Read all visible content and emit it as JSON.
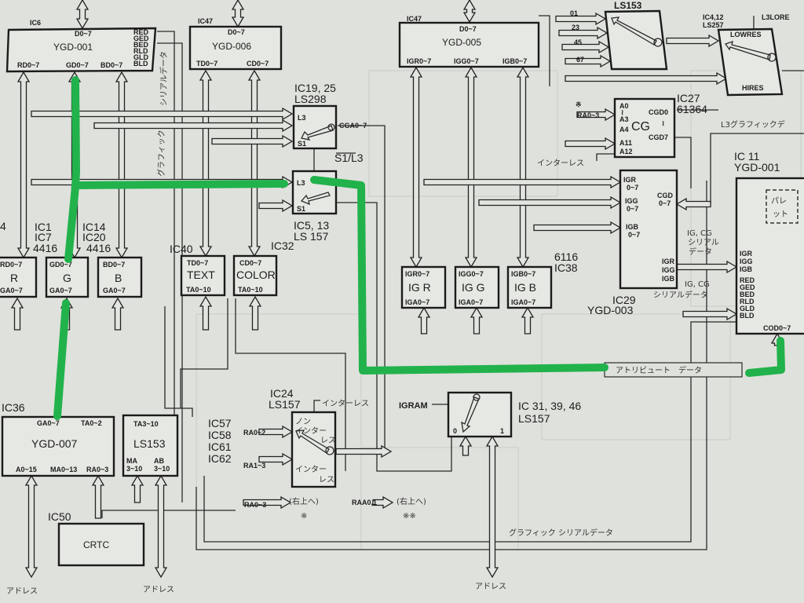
{
  "colors": {
    "paper": "#dfe1dc",
    "ink": "#1b1b1b",
    "highlight": "#22b24c"
  },
  "ic6": {
    "ref": "IC6",
    "name": "YGD-001",
    "d": "D0~7",
    "rd": "RD0~7",
    "gd": "GD0~7",
    "bd": "BD0~7",
    "outs": [
      "RED",
      "GED",
      "BED",
      "RLD",
      "GLD",
      "BLD"
    ]
  },
  "ic47a": {
    "ref": "IC47",
    "name": "YGD-006",
    "d": "D0~7",
    "td": "TD0~7",
    "cd": "CD0~7"
  },
  "serial_label": "シリアルデータ",
  "graphic_label": "グラフィック",
  "ic19": {
    "ref": "IC19, 25",
    "part": "LS298",
    "l3": "L3",
    "s1": "S1",
    "out": "CGA0~7"
  },
  "sel": "S1/L3",
  "ic5": {
    "ref": "IC5, 13",
    "part": "LS 157",
    "l3": "L3",
    "s1": "S1"
  },
  "vram": [
    {
      "refs": "4",
      "top": "RD0~7",
      "name": "R",
      "bot": "GA0~7"
    },
    {
      "refs": "IC1\nIC7\n4416",
      "top": "GD0~7",
      "name": "G",
      "bot": "GA0~7"
    },
    {
      "refs": "IC14\nIC20\n4416",
      "top": "BD0~7",
      "name": "B",
      "bot": "GA0~7"
    }
  ],
  "vram_refs": {
    "ic1": "IC1",
    "ic7": "IC7",
    "p1": "4416",
    "ic14": "IC14",
    "ic20": "IC20",
    "p2": "4416",
    "r": "4"
  },
  "text_ram": {
    "ref": "IC40",
    "top": "TD0~7",
    "name": "TEXT",
    "bot": "TA0~10"
  },
  "color_ram": {
    "ref": "IC32",
    "top": "CD0~7",
    "name": "COLOR",
    "bot": "TA0~10"
  },
  "ic47b": {
    "ref": "IC47",
    "name": "YGD-005",
    "d": "D0~7",
    "igr": "IGR0~7",
    "igg": "IGG0~7",
    "igb": "IGB0~7"
  },
  "ls153a": {
    "part": "LS153",
    "inputs": [
      "01",
      "23",
      "45",
      "67"
    ]
  },
  "ic4": {
    "ref": "IC4,12",
    "part": "LS257",
    "sig": "L3LORE",
    "lowres": "LOWRES",
    "hires": "HIRES"
  },
  "ic27": {
    "ref": "IC27",
    "part": "61364",
    "name": "CG",
    "a0": "A0",
    "a3": "A3",
    "a4": "A4",
    "a11": "A11",
    "a12": "A12",
    "cgd0": "CGD0",
    "cgd7": "CGD7",
    "ra": "RA0~3",
    "mark": "※",
    "tilde": "≀"
  },
  "l3_graphic": "L3グラフィックデ",
  "interlace": "インターレス",
  "ic29": {
    "ref": "IC29",
    "name": "YGD-003",
    "igr": "IGR",
    "igg": "IGG",
    "igb": "IGB",
    "r07": "0~7",
    "cgd": "CGD",
    "c07": "0~7",
    "o1": "IGR",
    "o2": "IGG",
    "o3": "IGB",
    "note1a": "IG, CG",
    "note1b": "シリアル",
    "note1c": "データ",
    "note2a": "IG,  CG",
    "note2b": "シリアルデータ"
  },
  "ic11": {
    "ref": "IC 11",
    "name": "YGD-001",
    "palette1": "パレ",
    "palette2": "ット",
    "ins": [
      "IGR",
      "IGG",
      "IGB",
      "RED",
      "GED",
      "BED",
      "RLD",
      "GLD",
      "BLD"
    ],
    "cod": "COD0~7"
  },
  "igram": [
    {
      "top": "IGR0~7",
      "name": "IG  R",
      "bot": "IGA0~7"
    },
    {
      "top": "IGG0~7",
      "name": "IG  G",
      "bot": "IGA0~7"
    },
    {
      "top": "IGB0~7",
      "name": "IG  B",
      "bot": "IGA0~7"
    }
  ],
  "ic38": {
    "part": "6116",
    "ref": "IC38"
  },
  "attr_data": "アトリビュート　データ",
  "ic31": {
    "sig": "IGRAM",
    "ref": "IC 31, 39, 46",
    "part": "LS157",
    "zero": "0",
    "one": "1"
  },
  "ic36": {
    "ref": "IC36",
    "name": "YGD-007",
    "ga": "GA0~7",
    "ta": "TA0~2",
    "a": "A0~15",
    "ma": "MA0~13",
    "ra": "RA0~3"
  },
  "ls153b": {
    "ta": "TA3~10",
    "name": "LS153",
    "ma": "MA",
    "ma_r": "3~10",
    "ab": "AB",
    "ab_r": "3~10"
  },
  "ics": [
    "IC57",
    "IC58",
    "IC61",
    "IC62"
  ],
  "ic24": {
    "ref": "IC24",
    "part": "LS157",
    "interlace": "インターレス",
    "non1": "ノン",
    "non2": "インター",
    "non3": "レス",
    "int1": "インター",
    "int2": "レス",
    "ra02": "RA0~2",
    "ra13": "RA1~3",
    "ra03": "RA0~3",
    "raa": "RAA0,1",
    "upright": "(右上へ)",
    "mark1": "※",
    "mark2": "※※"
  },
  "crtc": {
    "ref": "IC50",
    "name": "CRTC"
  },
  "address": "アドレス",
  "graphic_serial": "グラフィック シリアルデータ"
}
